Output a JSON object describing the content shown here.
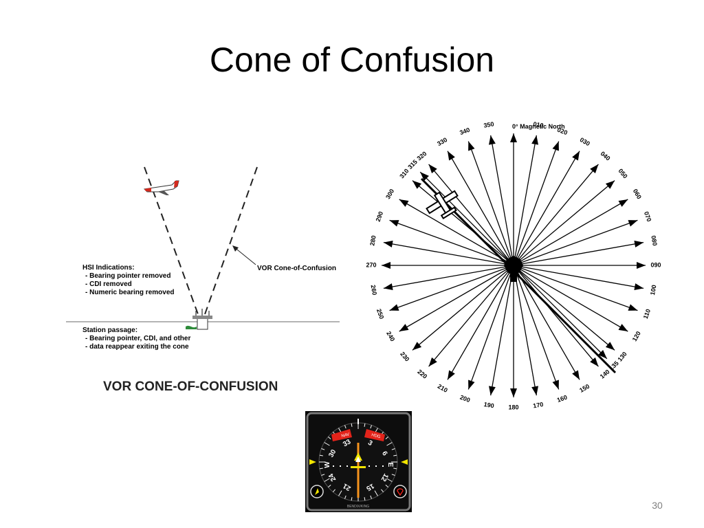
{
  "slide": {
    "title": "Cone of Confusion",
    "page_number": "30"
  },
  "cone_diagram": {
    "callout": "VOR Cone-of-Confusion",
    "hsi_heading": "HSI Indications:",
    "hsi_lines": [
      "- Bearing pointer removed",
      "- CDI removed",
      "- Numeric bearing removed"
    ],
    "station_heading": "Station passage:",
    "station_lines": [
      "- Bearing pointer, CDI, and other",
      "- data reappear exiting the cone"
    ],
    "caption": "VOR CONE-OF-CONFUSION"
  },
  "radial_diagram": {
    "north_label": "0° Magnetic North",
    "radials": [
      "010",
      "020",
      "030",
      "040",
      "050",
      "060",
      "070",
      "080",
      "090",
      "100",
      "110",
      "120",
      "130",
      "135",
      "140",
      "150",
      "160",
      "170",
      "180",
      "190",
      "200",
      "210",
      "220",
      "230",
      "240",
      "250",
      "260",
      "270",
      "280",
      "290",
      "300",
      "310",
      "315",
      "320",
      "330",
      "340",
      "350"
    ]
  },
  "hsi": {
    "card_numbers": [
      "33",
      "3",
      "30",
      "6",
      "W",
      "E",
      "24",
      "12",
      "21",
      "15"
    ],
    "top_flags": [
      "NAV",
      "HDG"
    ],
    "maker": "BENDIX/KING"
  },
  "colors": {
    "aircraft_red": "#d42a1e",
    "flag_red": "#e2231a",
    "pointer_yellow": "#f2e500",
    "cdi_orange": "#f7941d"
  }
}
